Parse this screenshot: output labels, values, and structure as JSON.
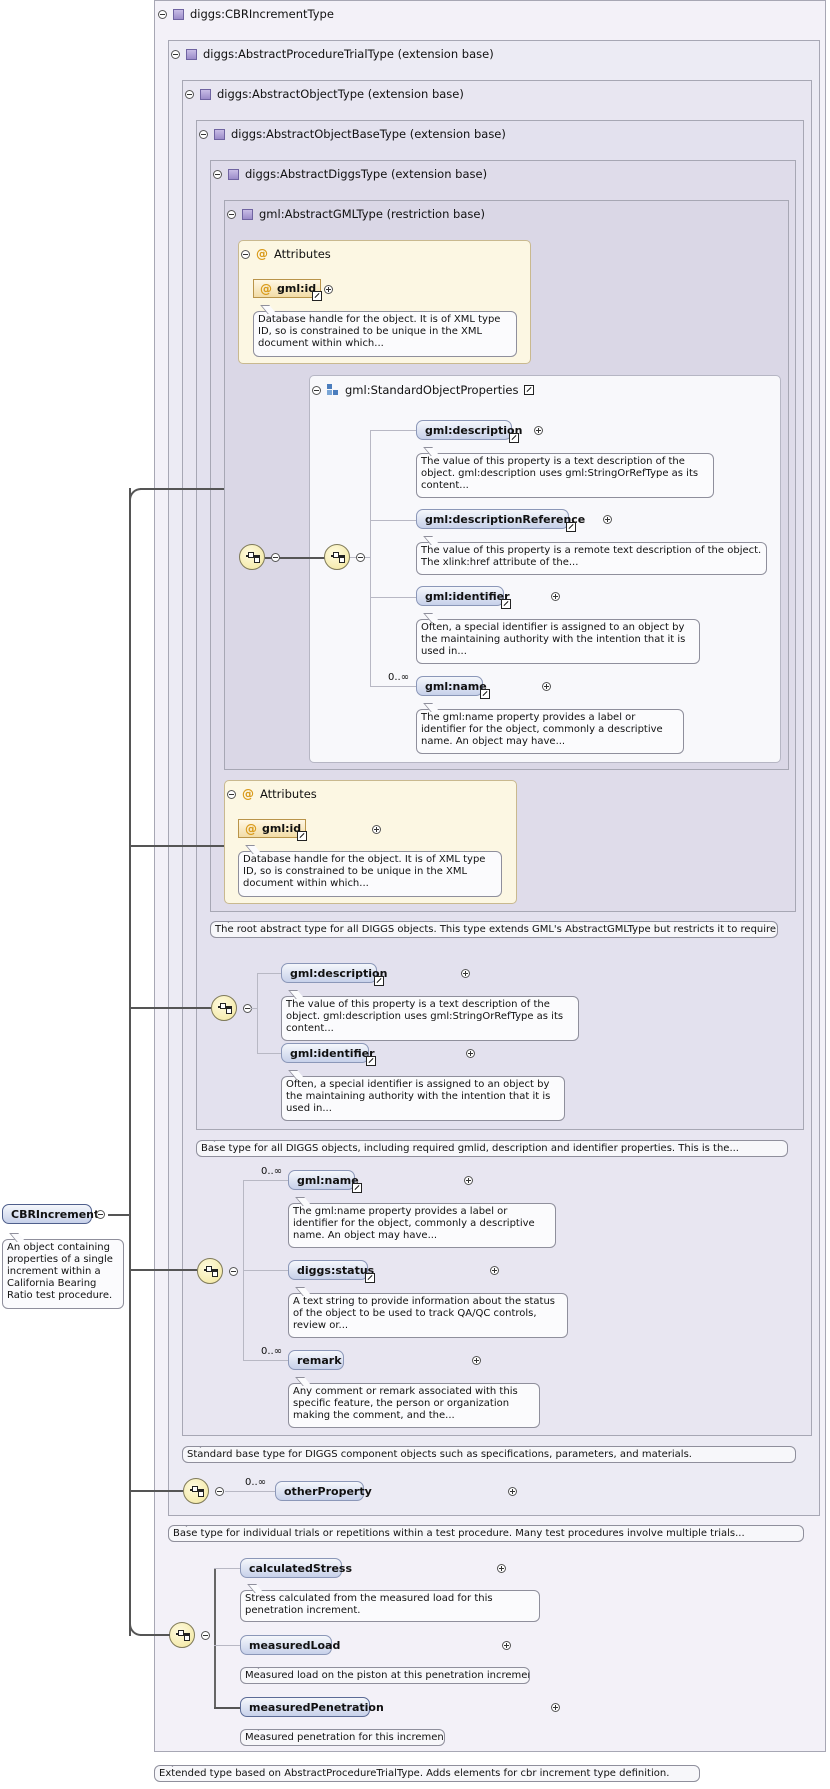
{
  "root": {
    "name": "CBRIncrement",
    "doc": "An object containing properties of a single increment within a California Bearing Ratio test procedure."
  },
  "types": {
    "cbr": {
      "label": "diggs:CBRIncrementType",
      "doc": "Extended type based on AbstractProcedureTrialType. Adds elements for cbr increment type definition."
    },
    "trial": {
      "label": "diggs:AbstractProcedureTrialType (extension base)",
      "doc": "Base type for individual trials or repetitions within a test procedure. Many test procedures involve multiple trials..."
    },
    "object": {
      "label": "diggs:AbstractObjectType (extension base)",
      "doc": "Standard base type for DIGGS component objects such as specifications, parameters, and materials."
    },
    "objectbase": {
      "label": "diggs:AbstractObjectBaseType (extension base)",
      "doc": "Base type for all DIGGS objects, including required gmlid, description and identifier properties. This is the..."
    },
    "diggs": {
      "label": "diggs:AbstractDiggsType (extension base)",
      "doc": "The root abstract type for all DIGGS objects. This type extends GML's AbstractGMLType but restricts it to require a..."
    },
    "gml": {
      "label": "gml:AbstractGMLType (restriction base)"
    }
  },
  "attributes": {
    "title": "Attributes",
    "id_name": "gml:id",
    "id_doc": "Database handle for the object. It is of XML type ID, so is constrained to be unique in the XML document within which..."
  },
  "group": {
    "label": "gml:StandardObjectProperties"
  },
  "elements": {
    "description": {
      "name": "gml:description",
      "doc": "The value of this property is a text description of the object. gml:description uses gml:StringOrRefType as its content..."
    },
    "descriptionReference": {
      "name": "gml:descriptionReference",
      "doc": "The value of this property is a remote text description of the object. The xlink:href attribute of the..."
    },
    "identifier": {
      "name": "gml:identifier",
      "doc": "Often, a special identifier is assigned to an object by the maintaining authority with the intention that it is used in..."
    },
    "name": {
      "name": "gml:name",
      "doc": "The gml:name property provides a label or identifier for the object, commonly a descriptive name. An object may have..."
    },
    "status": {
      "name": "diggs:status",
      "doc": "A text string to provide information about the status of the object to be used to track QA/QC controls, review or..."
    },
    "remark": {
      "name": "remark",
      "doc": "Any comment or remark associated with this specific feature, the person or organization making the comment, and the..."
    },
    "otherProperty": {
      "name": "otherProperty"
    },
    "calculatedStress": {
      "name": "calculatedStress",
      "doc": "Stress calculated from the measured load for this penetration increment."
    },
    "measuredLoad": {
      "name": "measuredLoad",
      "doc": "Measured load on the piston at this penetration increment"
    },
    "measuredPenetration": {
      "name": "measuredPenetration",
      "doc": "Measured penetration for this increment"
    }
  },
  "multiplicity": {
    "unbounded": "0..∞"
  }
}
